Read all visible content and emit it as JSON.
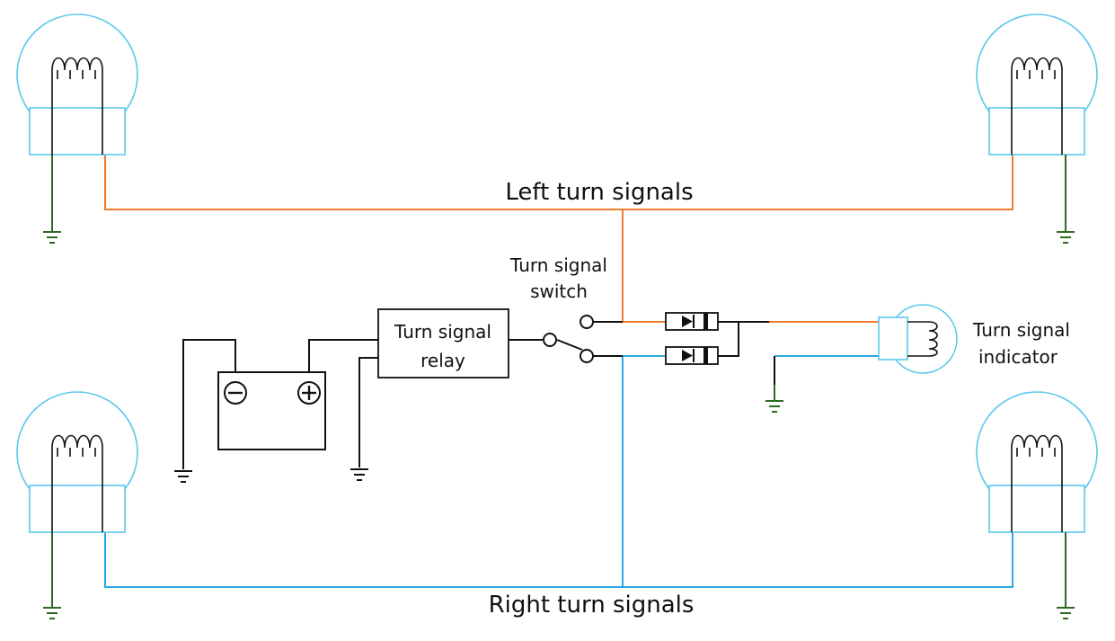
{
  "labels": {
    "left_signals": "Left turn signals",
    "right_signals": "Right turn signals",
    "switch_line1": "Turn signal",
    "switch_line2": "switch",
    "relay_line1": "Turn signal",
    "relay_line2": "relay",
    "indicator_line1": "Turn signal",
    "indicator_line2": "indicator"
  },
  "colors": {
    "left_wire": "#f07a2e",
    "right_wire": "#2aa8e0",
    "ground": "#2d6b1f",
    "lamp": "#5bc8ec",
    "line": "#111111"
  },
  "icons": {
    "battery": "battery-icon",
    "lamp": "bulb-icon",
    "diode": "diode-icon",
    "ground": "ground-icon"
  }
}
